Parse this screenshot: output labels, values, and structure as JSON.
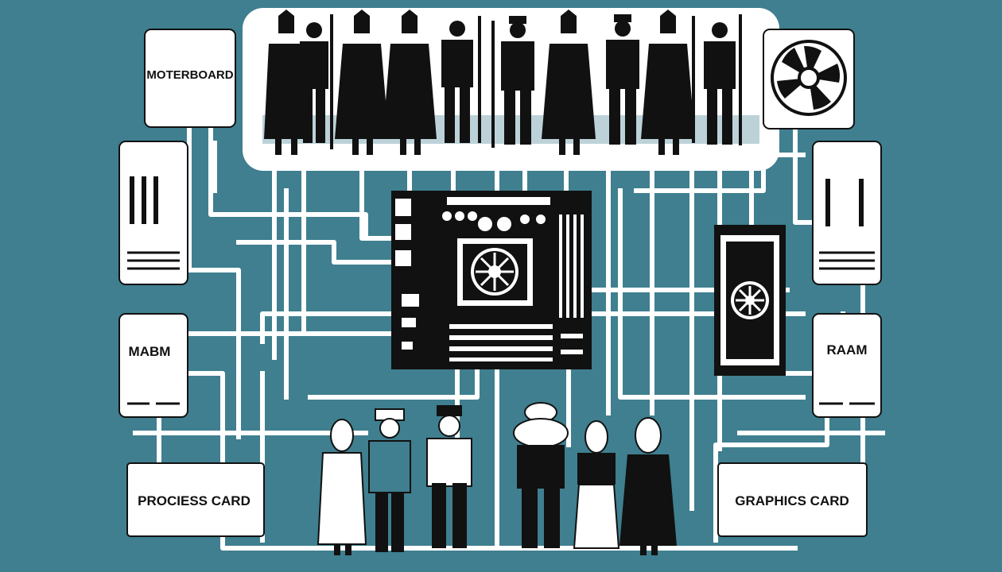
{
  "diagram": {
    "colors": {
      "background": "#3f7f8f",
      "line": "#ffffff",
      "ink": "#111111",
      "panel": "#ffffff"
    },
    "labels": {
      "motherboard": "MOTERBOARD",
      "mabm": "MABM",
      "process_card": "PROCIESS CARD",
      "raam": "RAAM",
      "graphics_card": "GRAPHICS CARD"
    },
    "icons": {
      "cooling_fan": "fan-icon",
      "ram_stick_left": "ram-slot-icon",
      "ram_stick_right": "ram-slot-icon",
      "central_board": "motherboard-icon",
      "gpu_board": "graphics-card-icon"
    }
  }
}
